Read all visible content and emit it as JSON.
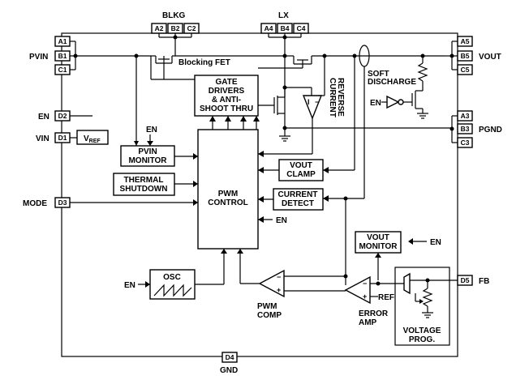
{
  "external_pins": {
    "pvin": "PVIN",
    "en": "EN",
    "vin": "VIN",
    "mode": "MODE",
    "blkg": "BLKG",
    "lx": "LX",
    "vout": "VOUT",
    "pgnd": "PGND",
    "fb": "FB",
    "gnd": "GND"
  },
  "ball_ids": {
    "a1": "A1",
    "b1": "B1",
    "c1": "C1",
    "d2": "D2",
    "d1": "D1",
    "d3": "D3",
    "a2": "A2",
    "b2": "B2",
    "c2": "C2",
    "a4": "A4",
    "b4": "B4",
    "c4": "C4",
    "a5": "A5",
    "b5": "B5",
    "c5": "C5",
    "a3": "A3",
    "b3": "B3",
    "c3": "C3",
    "d5": "D5",
    "d4": "D4"
  },
  "blocks": {
    "gate_drivers": [
      "GATE",
      "DRIVERS",
      "& ANTI-",
      "SHOOT THRU"
    ],
    "pvin_monitor": [
      "PVIN",
      "MONITOR"
    ],
    "thermal_shutdown": [
      "THERMAL",
      "SHUTDOWN"
    ],
    "pwm_control": [
      "PWM",
      "CONTROL"
    ],
    "vout_clamp": [
      "VOUT",
      "CLAMP"
    ],
    "current_detect": [
      "CURRENT",
      "DETECT"
    ],
    "vout_monitor": [
      "VOUT",
      "MONITOR"
    ],
    "osc": "OSC",
    "voltage_prog": [
      "VOLTAGE",
      "PROG."
    ]
  },
  "labels": {
    "blocking_fet": "Blocking FET",
    "soft_discharge": [
      "SOFT",
      "DISCHARGE"
    ],
    "reverse_current": [
      "REVERSE",
      "CURRENT"
    ],
    "vref": "V",
    "vref_sub": "REF",
    "en": "EN",
    "pwm_comp": [
      "PWM",
      "COMP"
    ],
    "error_amp": [
      "ERROR",
      "AMP"
    ],
    "ref": "REF",
    "i_label": "I",
    "minus": "−",
    "plus": "+"
  }
}
